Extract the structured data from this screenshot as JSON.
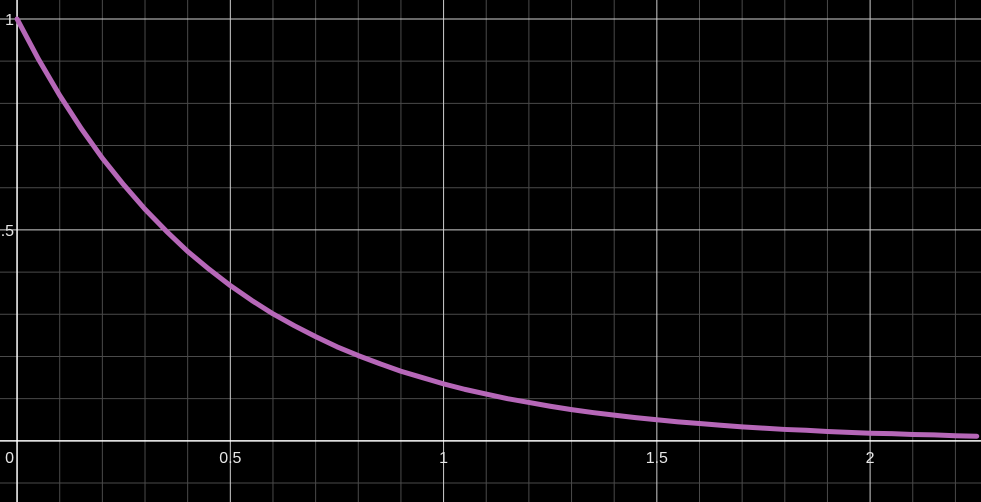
{
  "chart_data": {
    "type": "line",
    "title": "",
    "xlabel": "",
    "ylabel": "",
    "xlim": [
      -0.04,
      2.26
    ],
    "ylim": [
      -0.145,
      1.045
    ],
    "grid": true,
    "minor_grid": true,
    "x_ticks": [
      {
        "value": 0,
        "label": "0"
      },
      {
        "value": 0.5,
        "label": "0.5"
      },
      {
        "value": 1,
        "label": "1"
      },
      {
        "value": 1.5,
        "label": "1.5"
      },
      {
        "value": 2,
        "label": "2"
      }
    ],
    "y_ticks": [
      {
        "value": 0.5,
        "label": ".5"
      },
      {
        "value": 1,
        "label": "1"
      }
    ],
    "series": [
      {
        "color": "#b667b8",
        "x": [
          0,
          0.05,
          0.1,
          0.15,
          0.2,
          0.25,
          0.3,
          0.35,
          0.4,
          0.45,
          0.5,
          0.55,
          0.6,
          0.65,
          0.7,
          0.75,
          0.8,
          0.85,
          0.9,
          0.95,
          1,
          1.05,
          1.1,
          1.15,
          1.2,
          1.25,
          1.3,
          1.35,
          1.4,
          1.45,
          1.5,
          1.55,
          1.6,
          1.65,
          1.7,
          1.75,
          1.8,
          1.85,
          1.9,
          1.95,
          2,
          2.05,
          2.1,
          2.15,
          2.2,
          2.25
        ],
        "y": [
          1,
          0.905,
          0.819,
          0.741,
          0.67,
          0.607,
          0.549,
          0.497,
          0.449,
          0.407,
          0.368,
          0.333,
          0.301,
          0.273,
          0.247,
          0.223,
          0.202,
          0.183,
          0.165,
          0.15,
          0.135,
          0.122,
          0.111,
          0.1,
          0.091,
          0.082,
          0.074,
          0.067,
          0.061,
          0.055,
          0.05,
          0.045,
          0.041,
          0.037,
          0.033,
          0.03,
          0.027,
          0.025,
          0.022,
          0.02,
          0.018,
          0.017,
          0.015,
          0.014,
          0.012,
          0.011
        ]
      }
    ]
  },
  "colors": {
    "background": "#000000",
    "major_grid": "#cfcfcf",
    "minor_grid": "#4a4a4a",
    "axis": "#ffffff",
    "curve": "#b667b8"
  }
}
